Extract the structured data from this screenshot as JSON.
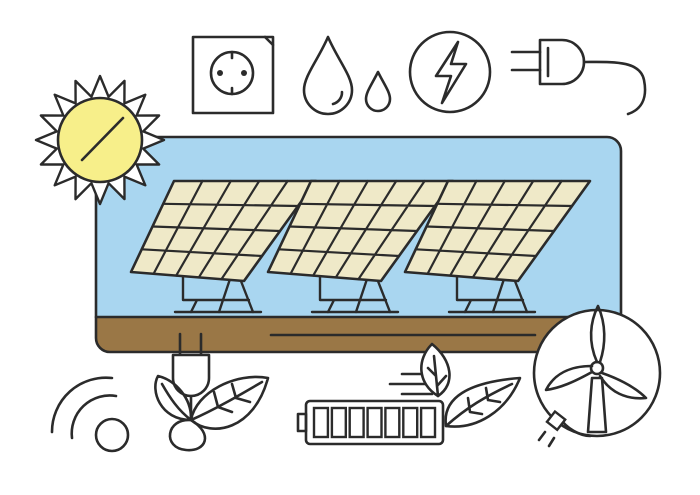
{
  "illustration": {
    "theme": "renewable-energy-line-icons",
    "colors": {
      "outline": "#2b2b2b",
      "sky": "#a9d6f0",
      "ground": "#9a7746",
      "sun": "#f7ef8a",
      "panel": "#efe9c8",
      "background": "#ffffff"
    },
    "icons": [
      "sun-icon",
      "power-socket-icon",
      "water-drops-icon",
      "lightning-bolt-icon",
      "electric-plug-icon",
      "solar-panel-icon",
      "plug-leaf-icon",
      "wifi-signal-icon",
      "battery-icon",
      "leaf-icon",
      "wind-turbine-icon"
    ],
    "solar_panel_count": 3,
    "battery_level": 1.0,
    "battery_cells": 7
  }
}
